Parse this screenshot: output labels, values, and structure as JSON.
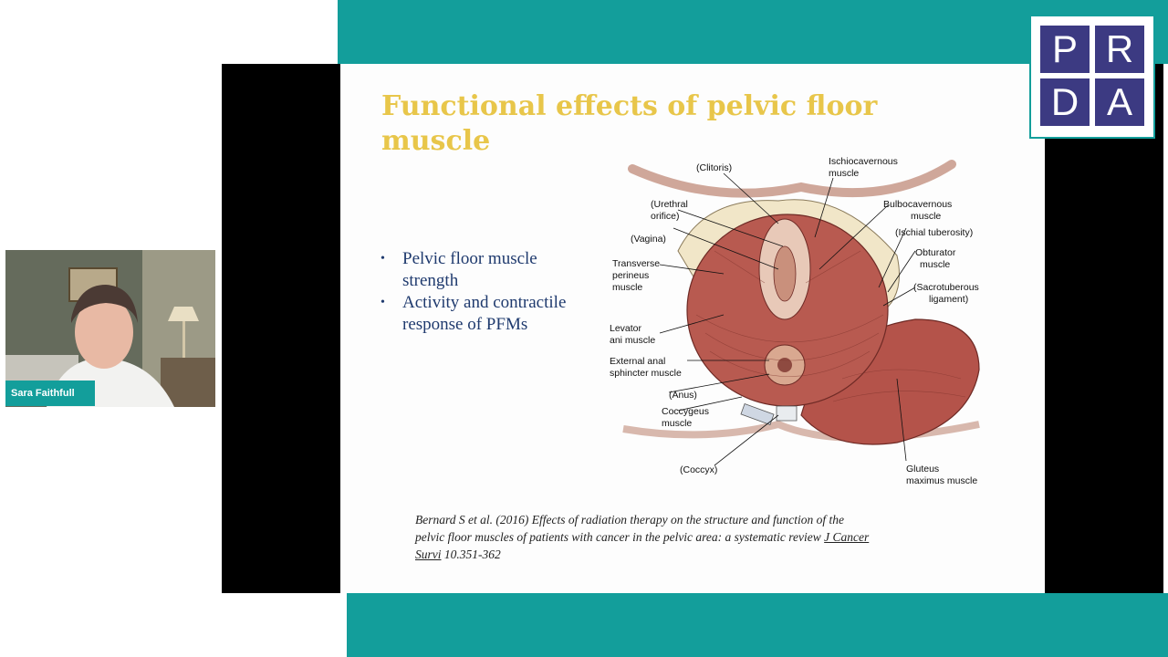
{
  "slide": {
    "title": "Functional effects of pelvic floor muscle",
    "bullets": [
      "Pelvic floor muscle strength",
      "Activity and contractile response of PFMs"
    ],
    "citation_prefix": "Bernard S et al. (2016) Effects of radiation therapy on the structure and function of the pelvic floor muscles of patients with cancer in the pelvic area: a systematic review ",
    "citation_journal": "J Cancer Survi",
    "citation_suffix": " 10.351-362"
  },
  "diagram_labels": {
    "clitoris": "(Clitoris)",
    "ischiocavernous_1": "Ischiocavernous",
    "ischiocavernous_2": "muscle",
    "urethral_1": "(Urethral",
    "urethral_2": "orifice)",
    "bulbocavernous_1": "Bulbocavernous",
    "bulbocavernous_2": "muscle",
    "ischial_tuberosity": "(Ischial tuberosity)",
    "vagina": "(Vagina)",
    "obturator_1": "Obturator",
    "obturator_2": "muscle",
    "transverse_1": "Transverse",
    "transverse_2": "perineus",
    "transverse_3": "muscle",
    "sacrotuberous_1": "(Sacrotuberous",
    "sacrotuberous_2": "ligament)",
    "levator_1": "Levator",
    "levator_2": "ani muscle",
    "external_1": "External anal",
    "external_2": "sphincter muscle",
    "anus": "(Anus)",
    "coccygeus_1": "Coccygeus",
    "coccygeus_2": "muscle",
    "coccyx": "(Coccyx)",
    "gluteus_1": "Gluteus",
    "gluteus_2": "maximus muscle"
  },
  "participant": {
    "name": "Sara Faithfull"
  },
  "logo": {
    "letters": [
      "P",
      "R",
      "D",
      "A"
    ]
  },
  "colors": {
    "teal": "#139e9b",
    "title_gold": "#e8c64a",
    "bullet_navy": "#1f3a6e",
    "logo_purple": "#3c3a82",
    "muscle_red": "#b4534a"
  }
}
